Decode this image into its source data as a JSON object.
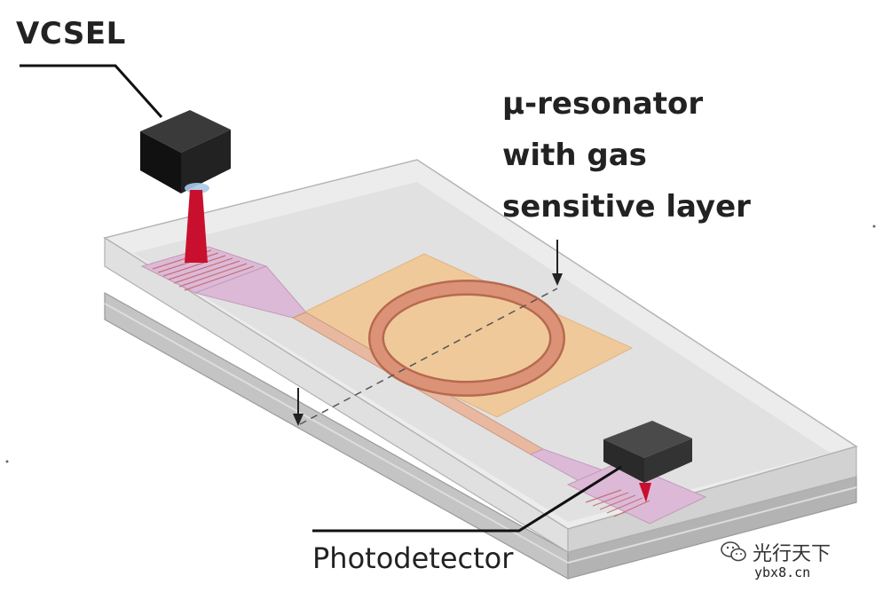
{
  "labels": {
    "vcsel": "VCSEL",
    "resonator": [
      "μ-resonator",
      "with gas",
      "sensitive layer"
    ],
    "photodetector": "Photodetector"
  },
  "watermark": {
    "text": "光行天下",
    "url": "ybx8.cn",
    "icon": "wechat-icon"
  },
  "colors": {
    "substrate_top": "#dcdcdc",
    "substrate_side": "#bdbdbd",
    "glass": "#eeeeee",
    "sensitive_layer": "#f3c58f",
    "ring": "#d58a6a",
    "waveguide": "#d9b8d1",
    "beam": "#c8102e",
    "device": "#1c1c1c"
  }
}
